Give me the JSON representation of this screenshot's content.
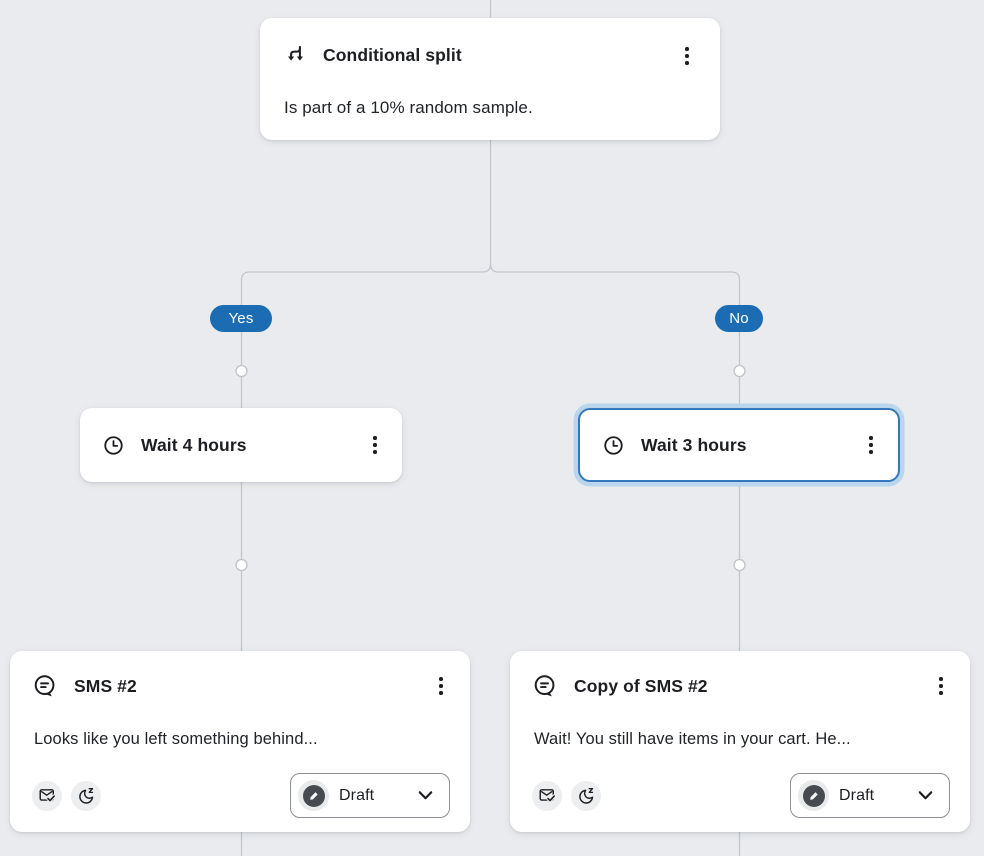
{
  "colors": {
    "canvas_bg": "#e9ebee",
    "connector": "#c3c7cb",
    "connector_handle_stroke": "#bfc3c8",
    "card_bg": "#ffffff",
    "text_primary": "#1c1e21",
    "branch_pill_bg": "#1b6cb3",
    "branch_pill_text": "#ffffff",
    "selected_border": "#3377bd",
    "selected_halo": "#b9d6ec",
    "badge_bg": "#eceef0",
    "status_icon_circle": "#474b50",
    "button_border": "#8b8e92"
  },
  "split_node": {
    "title": "Conditional split",
    "description": "Is part of a 10% random sample."
  },
  "branches": {
    "yes_label": "Yes",
    "no_label": "No"
  },
  "wait_nodes": {
    "left": {
      "title": "Wait 4 hours"
    },
    "right": {
      "title": "Wait 3 hours",
      "selected": true
    }
  },
  "sms_nodes": {
    "left": {
      "title": "SMS #2",
      "preview": "Looks like you left something behind...",
      "status_label": "Draft"
    },
    "right": {
      "title": "Copy of SMS #2",
      "preview": "Wait! You still have items in your cart. He...",
      "status_label": "Draft"
    }
  },
  "icon_names": {
    "split": "conditional-split-icon",
    "clock": "clock-icon",
    "sms": "chat-bubble-icon",
    "email": "email-check-icon",
    "quiet_hours": "moon-z-icon",
    "draft": "pencil-icon",
    "menu": "kebab-menu-icon",
    "chevron": "chevron-down-icon"
  }
}
